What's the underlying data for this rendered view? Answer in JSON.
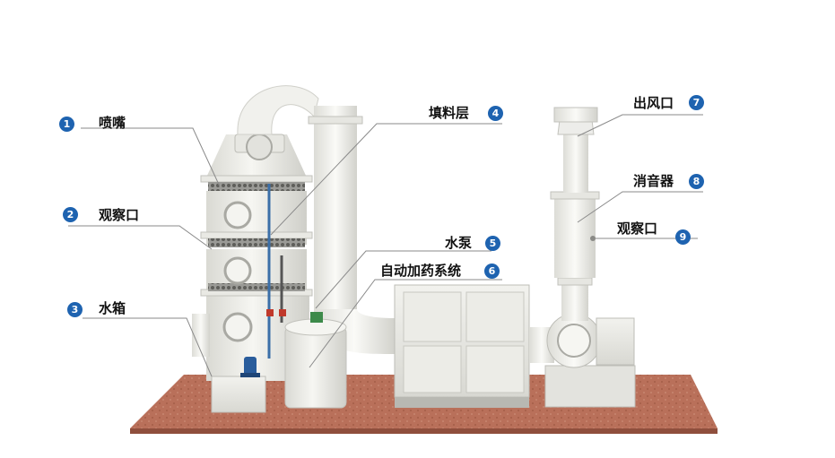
{
  "colors": {
    "badge": "#1e63b0",
    "leader_line": "#8a8a8a",
    "equipment": "#eeeeea",
    "equipment_shade": "#d6d6d0",
    "floor": "#b9705a",
    "packing": "#8c8c8c",
    "pump": "#2a5d9c"
  },
  "callouts": [
    {
      "num": "1",
      "text": "喷嘴"
    },
    {
      "num": "2",
      "text": "观察口"
    },
    {
      "num": "3",
      "text": "水箱"
    },
    {
      "num": "4",
      "text": "填料层"
    },
    {
      "num": "5",
      "text": "水泵"
    },
    {
      "num": "6",
      "text": "自动加药系统"
    },
    {
      "num": "7",
      "text": "出风口"
    },
    {
      "num": "8",
      "text": "消音器"
    },
    {
      "num": "9",
      "text": "观察口"
    }
  ]
}
